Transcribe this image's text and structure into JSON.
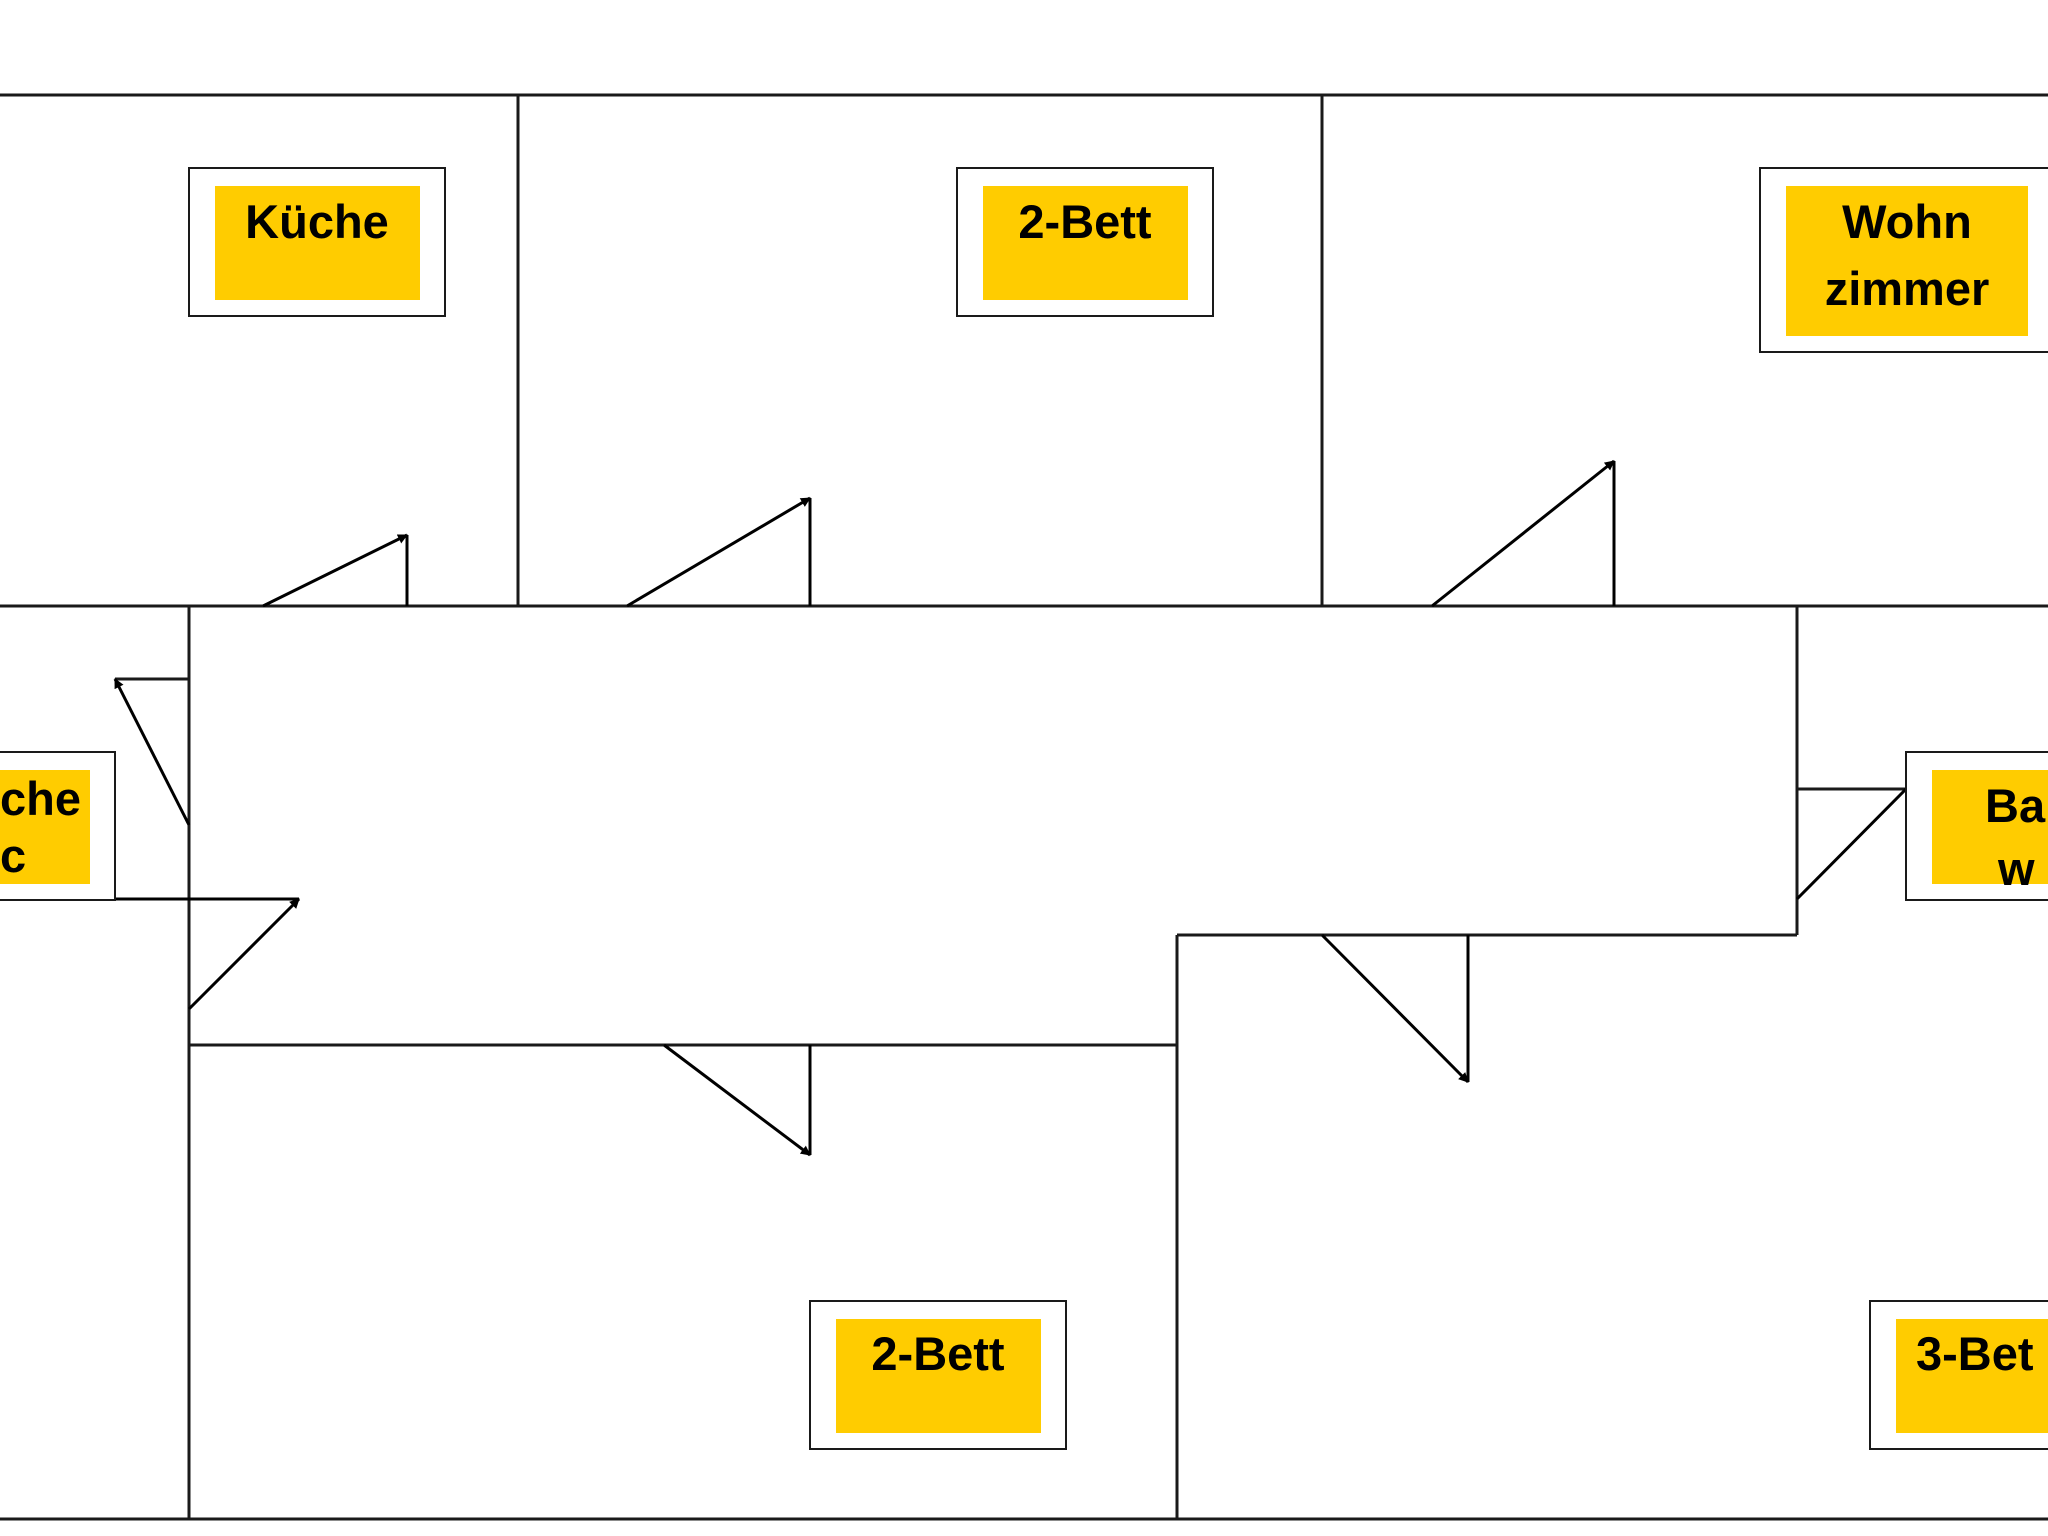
{
  "colors": {
    "label_fill": "#FFCC00",
    "label_frame": "#1A1A1A",
    "walls": "#1A1A1A",
    "background": "#FFFFFF"
  },
  "rooms": {
    "kueche": {
      "line1": "Küche",
      "line2": ""
    },
    "bett_top": {
      "line1": "2-Bett",
      "line2": ""
    },
    "wohn": {
      "line1": "Wohn",
      "line2": "zimmer"
    },
    "dusche_wc": {
      "line1": "che",
      "line2": "c"
    },
    "bad_wc": {
      "line1": "Ba",
      "line2": "w"
    },
    "bett_bottom": {
      "line1": "2-Bett",
      "line2": ""
    },
    "bett3": {
      "line1": "3-Bet",
      "line2": ""
    }
  }
}
